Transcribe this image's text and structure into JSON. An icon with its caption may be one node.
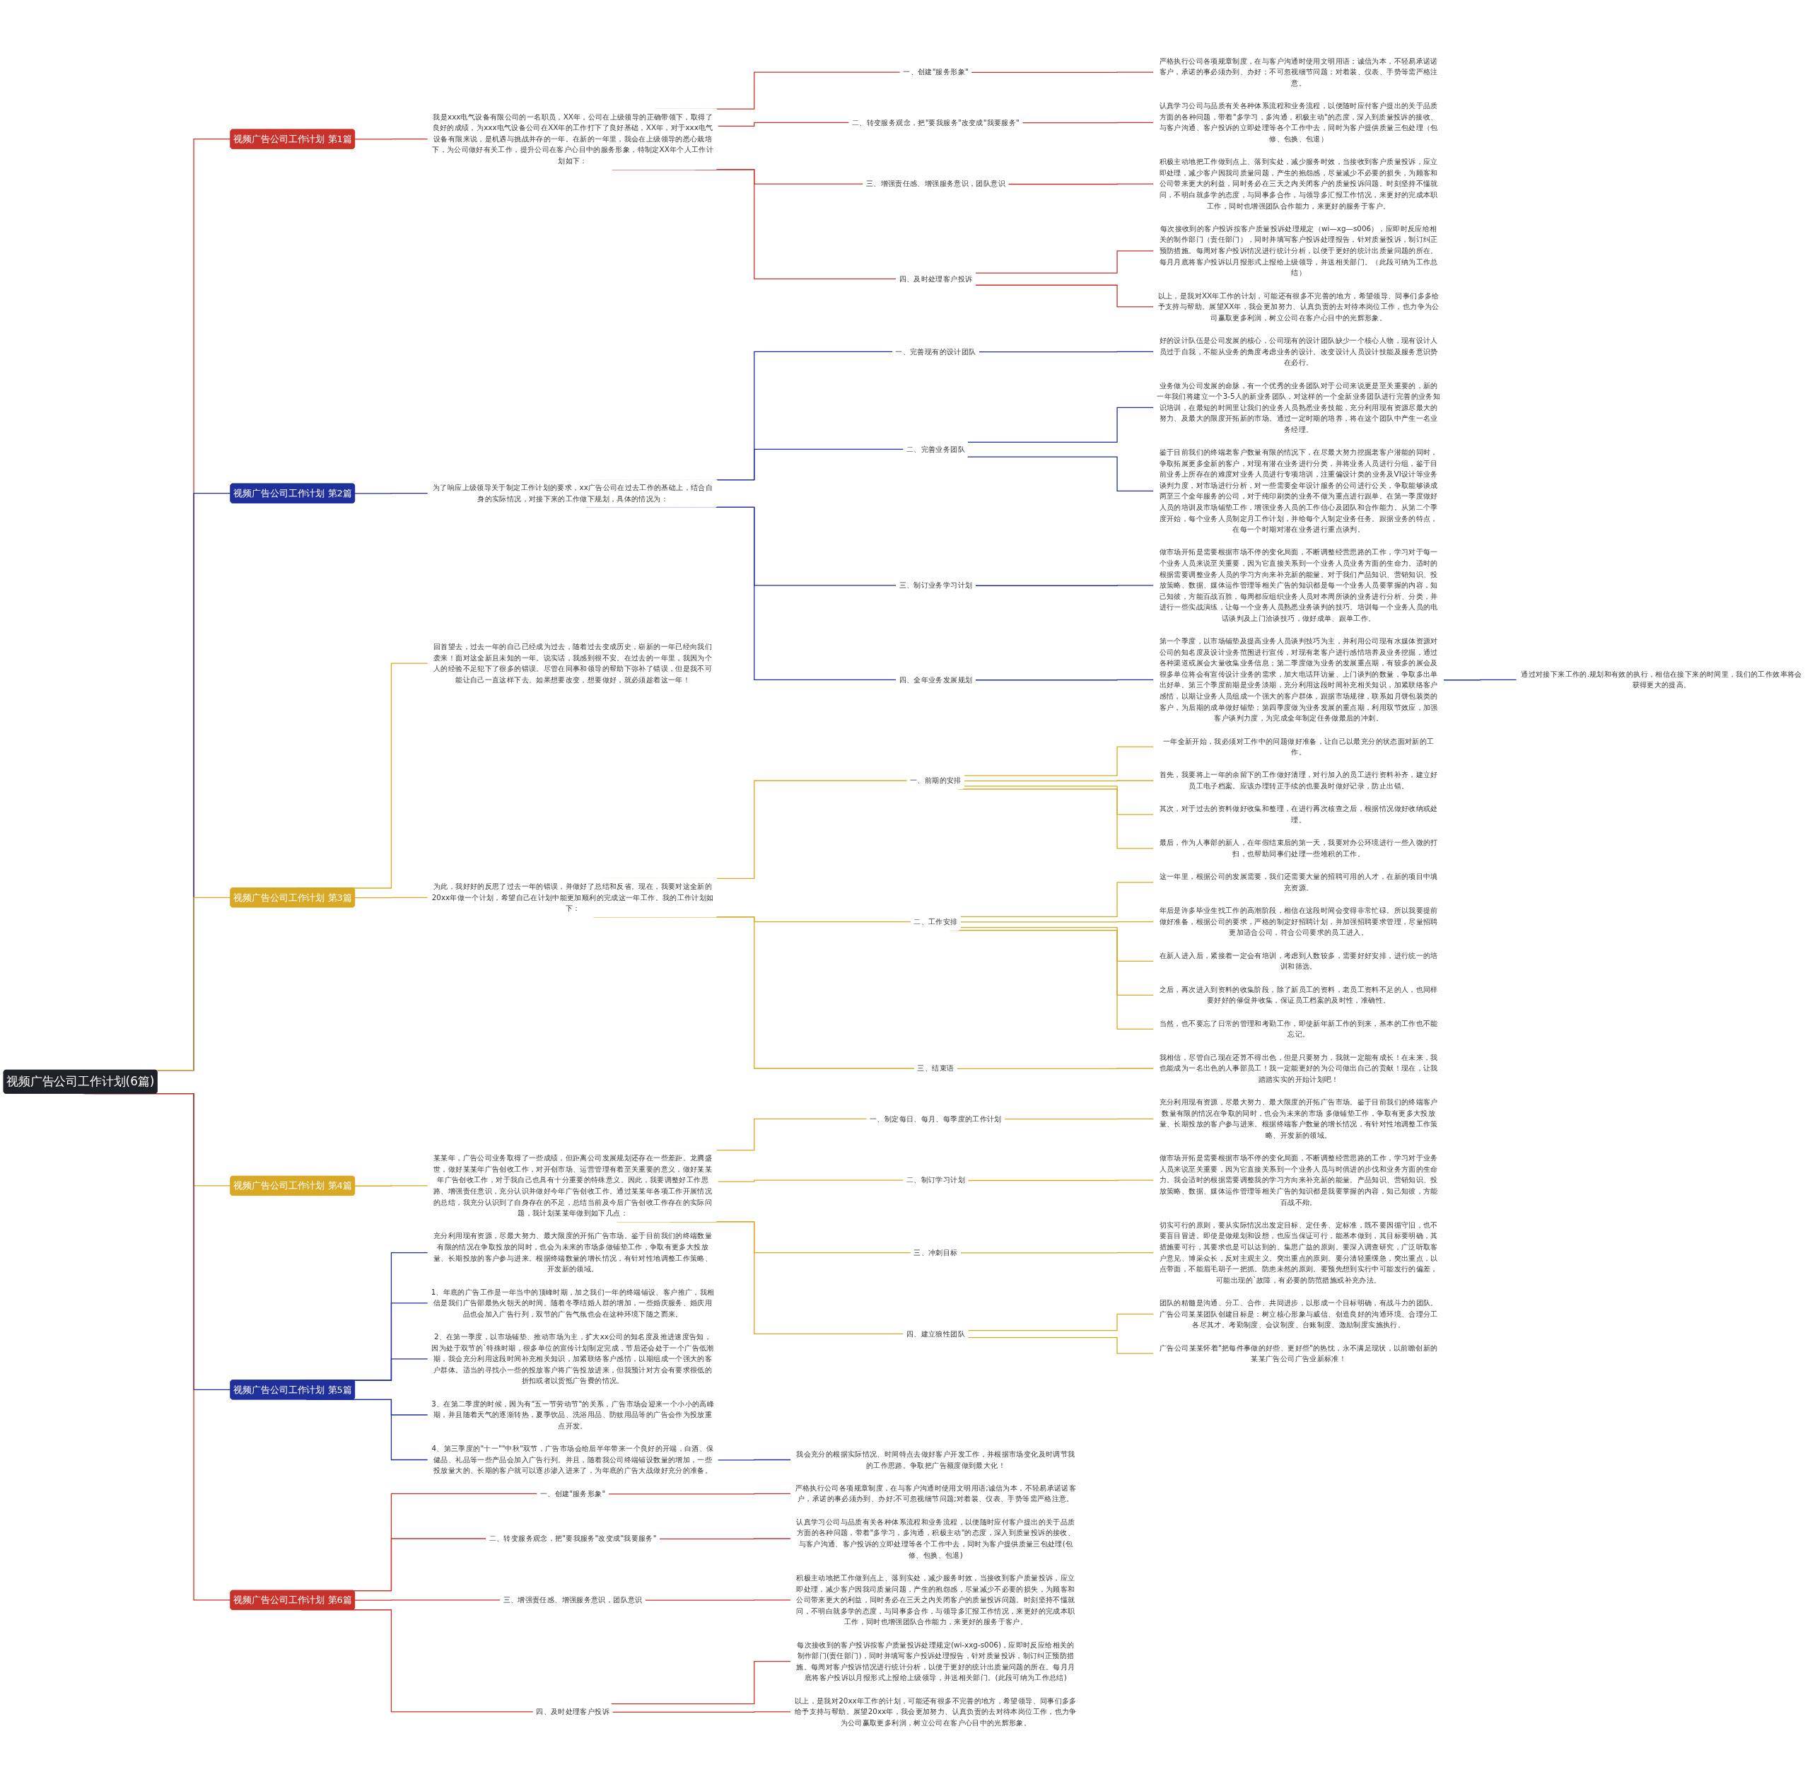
{
  "diagram": {
    "nodes": [
      {
        "text": [
          "视频广告公司工作计划(6篇)"
        ]
      },
      {
        "text": [
          "视频广告公司工作计划 第1篇"
        ]
      },
      {
        "text": [
          "我是xxx电气设备有限公司的一名职员，XX年，公司在上级领导的正确带领下，取得了良好的成绩，为xxx电气设备公司在XX年的工作打下了良好基础，XX年，对于xxx电气设备有限来说，是机遇与挑战并存的一年。在新的一年里，我会在上级领导的悉心栽培下，为公司做好有关工作，提升公司在客户心目中的服务形象，特制定XX年个人工作计划如下："
        ]
      },
      {
        "text": [
          "一、创建\"服务形象\""
        ]
      },
      {
        "text": [
          "严格执行公司各项规章制度，在与客户沟通时使用文明用语；诚信为本，不轻易承诺诺客户，承诺的事必须办到、办好；不可忽视细节问题；对着装、仪表、手势等需严格注意。"
        ]
      },
      {
        "text": [
          "二、转变服务观念，把\"要我服务\"改变成\"我要服务\""
        ]
      },
      {
        "text": [
          "认真学习公司与品质有关各种体系流程和业务流程，以便随时应付客户提出的关于品质方面的各种问题，带着\"多学习，多沟通，积极主动\"的态度，深入到质量投诉的接收、与客户沟通、客户投诉的立即处理等各个工作中去，同时为客户提供质量三包处理（包修、包换、包退）"
        ]
      },
      {
        "text": [
          "三、增强责任感、增强服务意识，团队意识"
        ]
      },
      {
        "text": [
          "积极主动地把工作做到点上、落到实处，减少服务时效，当接收到客户质量投诉，应立即处理，减少客户因我司质量问题，产生的抱怨感，尽量减少不必要的损失，为顾客和公司带来更大的利益，同时务必在三天之内关闭客户的质量投诉问题。时刻坚持不懂就问，不明白就多学的态度，与同事多合作，与领导多汇报工作情况，来更好的完成本职工作，同时也增强团队合作能力，来更好的服务于客户。"
        ]
      },
      {
        "text": [
          "四、及时处理客户投诉"
        ]
      },
      {
        "text": [
          "每次接收到的客户投诉按客户质量投诉处理规定（wi—xg—s006），应即时反应给相关的制作部门（责任部门），同时并填写客户投诉处理报告，针对质量投诉，制订纠正预防措施。每周对客户投诉情况进行统计分析，以便于更好的统计出质量问题的所在。每月月底将客户投诉以月报形式上报给上级领导，并送相关部门。（此段可纳为工作总结）"
        ]
      },
      {
        "text": [
          "以上，是我对XX年工作的计划，可能还有很多不完善的地方，希望领导、同事们多多给予支持与帮助。展望XX年，我会更加努力、认真负责的去对待本岗位工作，也力争为公司赢取更多利润，树立公司在客户心目中的光辉形象。"
        ]
      },
      {
        "text": [
          "视频广告公司工作计划 第2篇"
        ]
      },
      {
        "text": [
          "为了响应上级领导关于制定工作计划的要求，xx广告公司在过去工作的基础上，结合自身的实际情况，对接下来的工作做下规划，具体的情况为："
        ]
      },
      {
        "text": [
          "一、完善现有的设计团队"
        ]
      },
      {
        "text": [
          "好的设计队伍是公司发展的核心，公司现有的设计团队缺少一个核心人物，现有设计人员过于自我，不能从业务的角度考虑业务的设计。改变设计人员设计技能及服务意识势在必行。"
        ]
      },
      {
        "text": [
          "二、完善业务团队"
        ]
      },
      {
        "text": [
          "业务做为公司发展的命脉，有一个优秀的业务团队对于公司来说更是至关重要的，新的一年我们将建立一个3-5人的新业务团队，对这样的一个全新业务团队进行完善的业务知识培训，在最短的时间里让我们的业务人员熟悉业务技能，充分利用现有资源尽最大的努力、及最大的限度开拓新的市场。通过一定时期的培养，将在这个团队中产生一名业务经理。"
        ]
      },
      {
        "text": [
          "鉴于目前我们的终端老客户数量有限的情况下，在尽最大努力挖掘老客户潜能的同时，争取拓展更多全新的客户，对现有潜在业务进行分类，并将业务人员进行分组，鉴于目前业务上所存在的难度对业务人员进行专项培训，注重偏设计类的业务及VI设计等业务谈判力度，对市场进行分析，对一些需要全年设计服务的公司进行公关，争取能够谈成两至三个全年服务的公司，对于纯印刷类的业务不做为重点进行跟单。在第一季度做好人员的培训及市场铺垫工作，增强业务人员的工作信心及团队和合作能力。从第二个季度开始，每个业务人员制定月工作计划，并给每个人制定业务任务。跟据业务的特点，在每一个时期对潜在业务进行重点谈判。"
        ]
      },
      {
        "text": [
          "三、制订业务学习计划"
        ]
      },
      {
        "text": [
          "做市场开拓是需要根据市场不停的变化局面，不断调整经营思路的工作，学习对于每一个业务人员来说至关重要，因为它直接关系到一个业务人员业务方面的生命力。适时的根据需要调整业务人员的学习方向来补充新的能量。对于我们产品知识、营销知识、投放策略、数据、媒体运作管理等相关广告的知识都是每一个业务人员要掌握的内容，知己知彼，方能百战百胜，每周都应组织业务人员对本周所谈的业务进行分析、分类，并进行一些实战演练，让每一个业务人员熟悉业务谈判的技巧。培训每一个业务人员的电话谈判及上门洽谈技巧，做好成单、跟单工作。"
        ]
      },
      {
        "text": [
          "四、全年业务发展规划"
        ]
      },
      {
        "text": [
          "第一个季度，以市场铺垫及提高业务人员谈判技巧为主，并利用公司现有水媒体资源对公司的知名度及设计业务范围进行宣传，对现有老客户进行感情培养及业务挖掘，通过各种渠道或展会大量收集业务信息；第二季度做为业务的发展重点期，有较多的展会及很多单位将会有宣传设计业务的需求，加大电话拜访量、上门谈判的数量，争取多出单出好单。第三个季度前期是业务淡期，充分利用这段时间补充相关知识，加紧联络客户感情，以期让业务人员组成一个强大的客户群体，跟据市场规律，联系如月饼包装类的客户，为后期的成单做好铺垫；第四季度做为业务发展的重点期，利用双节效应，加强客户谈判力度，为完成全年制定任务做最后的冲刺。"
        ]
      },
      {
        "text": [
          "通过对接下来工作的.规划和有效的执行，相信在接下来的时间里，我们的工作效率将会获得更大的提高。"
        ]
      },
      {
        "text": [
          "视频广告公司工作计划 第3篇"
        ]
      },
      {
        "text": [
          "回首望去，过去一年的自己已经成为过去，随着过去变成历史，崭新的一年已经向我们袭来！面对这全新且未知的一年。说实话，我感到很不安。在过去的一年里，我因为个人的经验不足犯下了很多的错误。尽管在同事和领导的帮助下弥补了错误，但是我不可能让自己一直这样下去。如果想要改变，想要做好，就必须趁着这一年！"
        ]
      },
      {
        "text": [
          "为此，我好好的反思了过去一年的错误，并做好了总结和反省。现在，我要对这全新的20xx年做一个计划，希望自己在计划中能更加顺利的完成这一年工作。我的工作计划如下："
        ]
      },
      {
        "text": [
          "一、前期的安排"
        ]
      },
      {
        "text": [
          "一年全新开始，我必须对工作中的问题做好准备，让自己以最充分的状态面对新的工作。"
        ]
      },
      {
        "text": [
          "首先，我要将上一年的余留下的工作做好清理，对行加入的员工进行资料补齐，建立好员工电子档案。应该办理转正手续的也要及时做好记录，防止出错。"
        ]
      },
      {
        "text": [
          "其次，对于过去的资料做好收集和整理，在进行再次核查之后，根据情况做好收纳或处理。"
        ]
      },
      {
        "text": [
          "最后，作为人事部的新人，在年假结束后的第一天，我要对办公环境进行一些入微的打扫，也帮助同事们处理一些堆积的工作。"
        ]
      },
      {
        "text": [
          "二、工作安排"
        ]
      },
      {
        "text": [
          "这一年里，根据公司的发展需要，我们还需要大量的招聘可用的人才，在新的项目中填充资源。"
        ]
      },
      {
        "text": [
          "年后是许多毕业生找工作的高潮阶段，相信在这段时间会变得非常忙碌。所以我要提前做好准备，根据公司的要求，严格的制定好招聘计划，并加强招聘要求管理，尽量招聘更加适合公司，符合公司要求的员工进入。"
        ]
      },
      {
        "text": [
          "在新人进入后，紧接着一定会有培训，考虑到人数较多，需要好好安排，进行统一的培训和筛选。"
        ]
      },
      {
        "text": [
          "之后，再次进入到资料的收集阶段，除了新员工的资料，老员工资料不足的人，也同样要好好的催促并收集，保证员工档案的及时性，准确性。"
        ]
      },
      {
        "text": [
          "当然，也不要忘了日常的管理和考勤工作，即使新年新工作的到来，基本的工作也不能忘记。"
        ]
      },
      {
        "text": [
          "三、结束语"
        ]
      },
      {
        "text": [
          "我相信，尽管自己现在还算不得出色，但是只要努力，我就一定能有成长！在未来，我也能成为一名出色的人事部员工！我一定能更好的为公司做出自己的贡献！现在，让我踏踏实实的开始计划吧！"
        ]
      },
      {
        "text": [
          "视频广告公司工作计划 第4篇"
        ]
      },
      {
        "text": [
          "某某年，广告公司业务取得了一些成绩，但距离公司发展规划还存在一些差距。龙腾盛世，做好某某年广告创收工作，对开创市场、运营管理有着至关重要的意义，做好某某年广告创收工作，对于我自己也具有十分重要的特殊意义。因此，我要调整好工作思路、增强责任意识，充分认识并做好今年广告创收工作。通过某某年各项工作开展情况的总结，我充分认识到了自身存在的不足，总结当前及今后广告创收工作存在的实际问题，我计划某某年做到如下几点："
        ]
      },
      {
        "text": [
          "一、制定每日、每月、每季度的工作计划"
        ]
      },
      {
        "text": [
          "充分利用现有资源，尽最大努力、最大限度的开拓广告市场。鉴于目前我们的终端客户数量有限的情况在争取的同时，也会为未来的市场 多做铺垫工作，争取有更多大投放量、长期投放的客户参与进来。根据终端客户数量的增长情况，有针对性地调整工作策略、开发新的领域。"
        ]
      },
      {
        "text": [
          "二、制订学习计划"
        ]
      },
      {
        "text": [
          "做市场开拓是需要根据市场不停的变化局面，不断调整经营思路的工作，学习对于业务人员来说至关重要，因为它直接关系到一个业务人员与时俱进的步伐和业务方面的生命力。我会适时的根据需要调整我的学习方向来补充新的能量。产品知识、营销知识、投放策略、数据、媒体运作管理等相关广告的知识都是我要掌握的内容，知己知彼，方能百战不殆。"
        ]
      },
      {
        "text": [
          "三、冲刺目标"
        ]
      },
      {
        "text": [
          "切实可行的原则，要从实际情况出发定目标、定任务、定标准，既不要因循守旧，也不要盲目冒进。即使是做规划和设想，也应当保证可行，能基本做到，其目标要明确，其措施要可行，其要求也是可以达到的。集思广益的原则。要深入调查研究，广泛听取客户意见、博采众长，反对主观主义。突出重点的原则。要分清轻重缓急，突出重点，以点带面，不能眉毛胡子一把抓。防患未然的原则。要预先想到实行中可能发行的偏差，可能出现的`故障，有必要的防范措施或补充办法。"
        ]
      },
      {
        "text": [
          "四、建立狼性团队"
        ]
      },
      {
        "text": [
          "团队的精髓是沟通、分工、合作、共同进步，以形成一个目标明确，有战斗力的团队。广告公司某某团队创建目标是：树立核心形象与威信、创造良好的沟通环境、合理分工各尽其才。考勤制度、会议制度、台账制度、激励制度实施执行。"
        ]
      },
      {
        "text": [
          "广告公司某某怀着\"把每件事做的好些、更好些\"的热忱，永不满足现状，以前瞻创新的某某广告公司广告业新标准！"
        ]
      },
      {
        "text": [
          "视频广告公司工作计划 第5篇"
        ]
      },
      {
        "text": [
          "充分利用现有资源，尽最大努力、最大限度的开拓广告市场。鉴于目前我们的终端数量有限的情况在争取投放的同时，也会为未来的市场多做铺垫工作，争取有更多大投放量、长期投放的客户参与进来。根据终端数量的增长情况，有针对性地调整工作策略、开发新的领域。"
        ]
      },
      {
        "text": [
          "1、年底的广告工作是一年当中的顶峰时期，加之我们一年的终端铺设、客户推广，我相信是我们广告部最热火朝天的时间。随着冬季结婚人群的增加，一些婚庆服务、婚庆用品也会加入广告行列，双节的广告气氛也会在这种环境下随之而来。"
        ]
      },
      {
        "text": [
          "2、在第一季度，以市场铺垫、推动市场为主，扩大xx公司的知名度及推进速度告知，因为处于双节的`特殊时期，很多单位的宣传计划制定完成，节后还会处于一个广告低潮期，我会充分利用这段时间补充相关知识，加紧联络客户感情，以期组成一个强大的客户群体。适当的寻找小一些的投放客户将广告投放进来，但我预计对方会有要求很低的折扣或者以货抵广告费的情况。"
        ]
      },
      {
        "text": [
          "3、在第二季度的时候，因为有\"五一节劳动节\"的关系，广告市场会迎来一个小小的高峰期，并且随着天气的逐渐转热，夏季饮品、洗浴用品、防蚊用品等的广告会作为投放重点开发。"
        ]
      },
      {
        "text": [
          "4、第三季度的\"十一\"\"中秋\"双节，广告市场会给后半年带来一个良好的开端，白酒、保健品、礼品等一些产品会加入广告行列。并且，随着我公司终端铺设数量的增加，一些投放量大的、长期的客户就可以逐步渗入进来了，为年底的广告大战做好充分的准备。"
        ]
      },
      {
        "text": [
          "我会充分的根据实际情况、时间特点去做好客户开发工作，并根据市场变化及时调节我的工作思路。争取把广告额度做到最大化！"
        ]
      },
      {
        "text": [
          "视频广告公司工作计划 第6篇"
        ]
      },
      {
        "text": [
          "一、创建\"服务形象\""
        ]
      },
      {
        "text": [
          "严格执行公司各项规章制度，在与客户沟通时使用文明用语;诚信为本，不轻易承诺诺客户，承诺的事必须办到、办好;不可忽视细节问题;对着装、仪表、手势等需严格注意。"
        ]
      },
      {
        "text": [
          "二、转变服务观念，把\"要我服务\"改变成\"我要服务\""
        ]
      },
      {
        "text": [
          "认真学习公司与品质有关各种体系流程和业务流程，以便随时应付客户提出的关于品质方面的各种问题，带着\"多学习，多沟通，积极主动\"的态度，深入到质量投诉的接收、与客户沟通、客户投诉的立即处理等各个工作中去，同时为客户提供质量三包处理(包修、包换、包退)"
        ]
      },
      {
        "text": [
          "三、增强责任感、增强服务意识，团队意识"
        ]
      },
      {
        "text": [
          "积极主动地把工作做到点上、落到实处，减少服务时效，当接收到客户质量投诉，应立即处理，减少客户因我司质量问题，产生的抱怨感，尽量减少不必要的损失，为顾客和公司带来更大的利益，同时务必在三天之内关闭客户的质量投诉问题。时刻坚持不懂就问，不明白就多学的态度，与同事多合作，与领导多汇报工作情况，来更好的完成本职工作，同时也增强团队合作能力，来更好的服务于客户。"
        ]
      },
      {
        "text": [
          "四、及时处理客户投诉"
        ]
      },
      {
        "text": [
          "每次接收到的客户投诉按客户质量投诉处理规定(wi-xxg-s006)，应即时反应给相关的制作部门(责任部门)，同时并填写客户投诉处理报告，针对质量投诉，制订纠正预防措施。每周对客户投诉情况进行统计分析，以便于更好的统计出质量问题的所在。每月月底将客户投诉以月报形式上报给上级领导，并送相关部门。(此段可纳为工作总结)"
        ]
      },
      {
        "text": [
          "以上，是我对20xx年工作的计划，可能还有很多不完善的地方，希望领导、同事们多多给予支持与帮助。展望20xx年，我会更加努力、认真负责的去对待本岗位工作，也力争为公司赢取更多利润，树立公司在客户心目中的光辉形象。"
        ]
      }
    ],
    "edges": [
      {
        "from": 0,
        "to": 1,
        "arrow": "none",
        "color": "#c8322a"
      },
      {
        "from": 1,
        "to": 2,
        "arrow": "none",
        "color": "#c8322a"
      },
      {
        "from": 2,
        "to": 3,
        "arrow": "none",
        "color": "#c8322a"
      },
      {
        "from": 3,
        "to": 4,
        "arrow": "none",
        "color": "#c8322a"
      },
      {
        "from": 2,
        "to": 5,
        "arrow": "none",
        "color": "#c8322a"
      },
      {
        "from": 5,
        "to": 6,
        "arrow": "none",
        "color": "#c8322a"
      },
      {
        "from": 2,
        "to": 7,
        "arrow": "none",
        "color": "#c8322a"
      },
      {
        "from": 7,
        "to": 8,
        "arrow": "none",
        "color": "#c8322a"
      },
      {
        "from": 2,
        "to": 9,
        "arrow": "none",
        "color": "#c8322a"
      },
      {
        "from": 9,
        "to": 10,
        "arrow": "none",
        "color": "#c8322a"
      },
      {
        "from": 9,
        "to": 11,
        "arrow": "none",
        "color": "#c8322a"
      },
      {
        "from": 0,
        "to": 12,
        "arrow": "none",
        "color": "#1f2f9c"
      },
      {
        "from": 12,
        "to": 13,
        "arrow": "none",
        "color": "#1f2f9c"
      },
      {
        "from": 13,
        "to": 14,
        "arrow": "none",
        "color": "#1f2f9c"
      },
      {
        "from": 14,
        "to": 15,
        "arrow": "none",
        "color": "#1f2f9c"
      },
      {
        "from": 13,
        "to": 16,
        "arrow": "none",
        "color": "#1f2f9c"
      },
      {
        "from": 16,
        "to": 17,
        "arrow": "none",
        "color": "#1f2f9c"
      },
      {
        "from": 16,
        "to": 18,
        "arrow": "none",
        "color": "#1f2f9c"
      },
      {
        "from": 13,
        "to": 19,
        "arrow": "none",
        "color": "#1f2f9c"
      },
      {
        "from": 19,
        "to": 20,
        "arrow": "none",
        "color": "#1f2f9c"
      },
      {
        "from": 13,
        "to": 21,
        "arrow": "none",
        "color": "#1f2f9c"
      },
      {
        "from": 21,
        "to": 22,
        "arrow": "none",
        "color": "#1f2f9c"
      },
      {
        "from": 22,
        "to": 23,
        "arrow": "none",
        "color": "#1f2f9c"
      },
      {
        "from": 0,
        "to": 24,
        "arrow": "none",
        "color": "#d9a824"
      },
      {
        "from": 24,
        "to": 25,
        "arrow": "none",
        "color": "#d9a824"
      },
      {
        "from": 24,
        "to": 26,
        "arrow": "none",
        "color": "#d9a824"
      },
      {
        "from": 26,
        "to": 27,
        "arrow": "none",
        "color": "#d9a824"
      },
      {
        "from": 27,
        "to": 28,
        "arrow": "none",
        "color": "#d9a824"
      },
      {
        "from": 27,
        "to": 29,
        "arrow": "none",
        "color": "#d9a824"
      },
      {
        "from": 27,
        "to": 30,
        "arrow": "none",
        "color": "#d9a824"
      },
      {
        "from": 27,
        "to": 31,
        "arrow": "none",
        "color": "#d9a824"
      },
      {
        "from": 26,
        "to": 32,
        "arrow": "none",
        "color": "#d9a824"
      },
      {
        "from": 32,
        "to": 33,
        "arrow": "none",
        "color": "#d9a824"
      },
      {
        "from": 32,
        "to": 34,
        "arrow": "none",
        "color": "#d9a824"
      },
      {
        "from": 32,
        "to": 35,
        "arrow": "none",
        "color": "#d9a824"
      },
      {
        "from": 32,
        "to": 36,
        "arrow": "none",
        "color": "#d9a824"
      },
      {
        "from": 32,
        "to": 37,
        "arrow": "none",
        "color": "#d9a824"
      },
      {
        "from": 26,
        "to": 38,
        "arrow": "none",
        "color": "#d9a824"
      },
      {
        "from": 38,
        "to": 39,
        "arrow": "none",
        "color": "#d9a824"
      },
      {
        "from": 0,
        "to": 40,
        "arrow": "none",
        "color": "#d9a824"
      },
      {
        "from": 40,
        "to": 41,
        "arrow": "none",
        "color": "#d9a824"
      },
      {
        "from": 41,
        "to": 42,
        "arrow": "none",
        "color": "#d9a824"
      },
      {
        "from": 42,
        "to": 43,
        "arrow": "none",
        "color": "#d9a824"
      },
      {
        "from": 41,
        "to": 44,
        "arrow": "none",
        "color": "#d9a824"
      },
      {
        "from": 44,
        "to": 45,
        "arrow": "none",
        "color": "#d9a824"
      },
      {
        "from": 41,
        "to": 46,
        "arrow": "none",
        "color": "#d9a824"
      },
      {
        "from": 46,
        "to": 47,
        "arrow": "none",
        "color": "#d9a824"
      },
      {
        "from": 41,
        "to": 48,
        "arrow": "none",
        "color": "#d9a824"
      },
      {
        "from": 48,
        "to": 49,
        "arrow": "none",
        "color": "#d9a824"
      },
      {
        "from": 48,
        "to": 50,
        "arrow": "none",
        "color": "#d9a824"
      },
      {
        "from": 0,
        "to": 51,
        "arrow": "none",
        "color": "#1f2f9c"
      },
      {
        "from": 51,
        "to": 52,
        "arrow": "none",
        "color": "#1f2f9c"
      },
      {
        "from": 51,
        "to": 53,
        "arrow": "none",
        "color": "#1f2f9c"
      },
      {
        "from": 51,
        "to": 54,
        "arrow": "none",
        "color": "#1f2f9c"
      },
      {
        "from": 51,
        "to": 55,
        "arrow": "none",
        "color": "#1f2f9c"
      },
      {
        "from": 51,
        "to": 56,
        "arrow": "none",
        "color": "#1f2f9c"
      },
      {
        "from": 56,
        "to": 57,
        "arrow": "none",
        "color": "#1f2f9c"
      },
      {
        "from": 0,
        "to": 58,
        "arrow": "none",
        "color": "#c8322a"
      },
      {
        "from": 58,
        "to": 59,
        "arrow": "none",
        "color": "#c8322a"
      },
      {
        "from": 59,
        "to": 60,
        "arrow": "none",
        "color": "#c8322a"
      },
      {
        "from": 58,
        "to": 61,
        "arrow": "none",
        "color": "#c8322a"
      },
      {
        "from": 61,
        "to": 62,
        "arrow": "none",
        "color": "#c8322a"
      },
      {
        "from": 58,
        "to": 63,
        "arrow": "none",
        "color": "#c8322a"
      },
      {
        "from": 63,
        "to": 64,
        "arrow": "none",
        "color": "#c8322a"
      },
      {
        "from": 58,
        "to": 65,
        "arrow": "none",
        "color": "#c8322a"
      },
      {
        "from": 65,
        "to": 66,
        "arrow": "none",
        "color": "#c8322a"
      },
      {
        "from": 65,
        "to": 67,
        "arrow": "none",
        "color": "#c8322a"
      }
    ]
  }
}
